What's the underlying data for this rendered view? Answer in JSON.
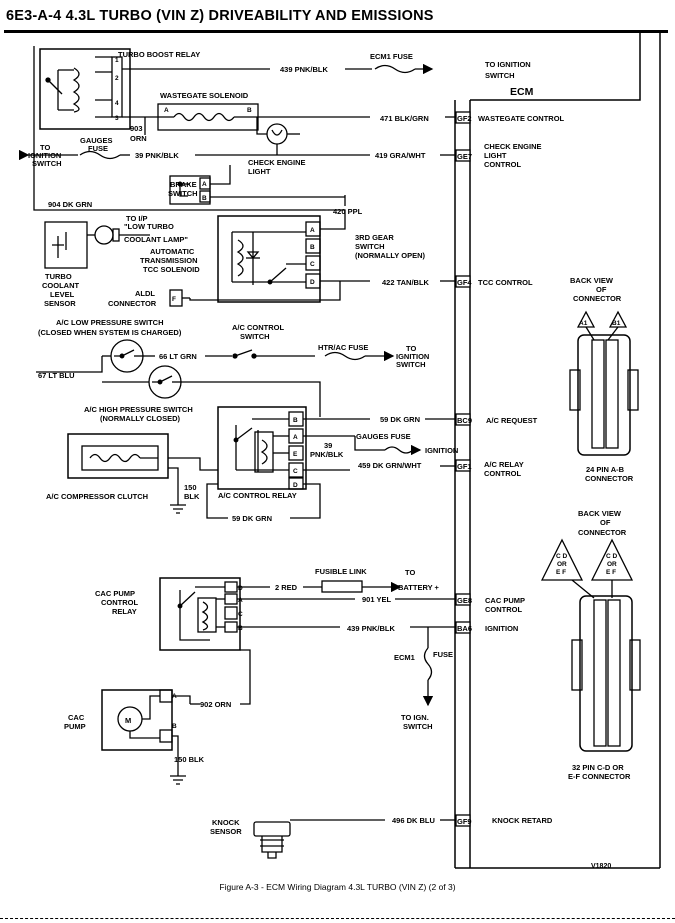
{
  "header": "6E3-A-4  4.3L  TURBO  (VIN  Z)  DRIVEABILITY  AND  EMISSIONS",
  "caption": "Figure A-3 - ECM Wiring Diagram 4.3L TURBO (VIN Z) (2 of 3)",
  "figure_id": "V1820",
  "ecm_label": "ECM",
  "components": {
    "turbo_boost_relay": "TURBO BOOST RELAY",
    "ecm1_fuse_top": "ECM1 FUSE",
    "to_ignition_switch_a": "TO IGNITION",
    "to_ignition_switch_b": "SWITCH",
    "wastegate_solenoid": "WASTEGATE SOLENOID",
    "gauges_fuse_a": "GAUGES",
    "gauges_fuse_b": "FUSE",
    "to_ign_a": "TO",
    "to_ign_b": "IGNITION",
    "to_ign_c": "SWITCH",
    "check_engine_light_a": "CHECK ENGINE",
    "check_engine_light_b": "LIGHT",
    "brake_switch_a": "BRAKE",
    "brake_switch_b": "SWITCH",
    "to_ip_a": "TO I/P",
    "to_ip_b": "\"LOW TURBO",
    "to_ip_c": "COOLANT LAMP\"",
    "auto_trans_a": "AUTOMATIC",
    "auto_trans_b": "TRANSMISSION",
    "auto_trans_c": "TCC SOLENOID",
    "third_gear_a": "3RD GEAR",
    "third_gear_b": "SWITCH",
    "third_gear_c": "(NORMALLY OPEN)",
    "turbo_coolant_a": "TURBO",
    "turbo_coolant_b": "COOLANT",
    "turbo_coolant_c": "LEVEL",
    "turbo_coolant_d": "SENSOR",
    "aldl_a": "ALDL",
    "aldl_b": "CONNECTOR",
    "ac_low_a": "A/C LOW PRESSURE SWITCH",
    "ac_low_b": "(CLOSED WHEN SYSTEM IS CHARGED)",
    "ac_control_switch_a": "A/C CONTROL",
    "ac_control_switch_b": "SWITCH",
    "htr_ac_fuse": "HTR/AC FUSE",
    "to_ign2_a": "TO",
    "to_ign2_b": "IGNITION",
    "to_ign2_c": "SWITCH",
    "ac_high_a": "A/C HIGH PRESSURE SWITCH",
    "ac_high_b": "(NORMALLY CLOSED)",
    "gauges_fuse2": "GAUGES FUSE",
    "ignition_arrow": "IGNITION",
    "ac_compressor_clutch": "A/C COMPRESSOR CLUTCH",
    "ac_control_relay": "A/C CONTROL RELAY",
    "fusible_link": "FUSIBLE LINK",
    "to_battery_a": "TO",
    "to_battery_b": "BATTERY +",
    "cac_relay_a": "CAC PUMP",
    "cac_relay_b": "CONTROL",
    "cac_relay_c": "RELAY",
    "ecm1_fuse_bottom_a": "ECM1",
    "ecm1_fuse_bottom_b": "FUSE",
    "cac_pump_a": "CAC",
    "cac_pump_b": "PUMP",
    "to_ign3_a": "TO IGN.",
    "to_ign3_b": "SWITCH",
    "knock_sensor_a": "KNOCK",
    "knock_sensor_b": "SENSOR",
    "back_view1_a": "BACK VIEW",
    "back_view1_b": "OF",
    "back_view1_c": "CONNECTOR",
    "conn24_a": "24 PIN  A-B",
    "conn24_b": "CONNECTOR",
    "back_view2_a": "BACK VIEW",
    "back_view2_b": "OF",
    "back_view2_c": "CONNECTOR",
    "conn32_a": "32  PIN C-D OR",
    "conn32_b": "E-F  CONNECTOR",
    "tri_a1": "A1",
    "tri_b1": "B1",
    "tri_cd1": "C D",
    "tri_or1": "OR",
    "tri_ef1": "E F",
    "tri_cd2": "C D",
    "tri_or2": "OR",
    "tri_ef2": "E F"
  },
  "wires": {
    "w439_top": "439 PNK/BLK",
    "w903": "903",
    "w903b": "ORN",
    "w471": "471 BLK/GRN",
    "w39_top": "39 PNK/BLK",
    "w419": "419 GRA/WHT",
    "w904": "904 DK GRN",
    "w420": "420 PPL",
    "w422": "422 TAN/BLK",
    "w66": "66 LT GRN",
    "w67": "67 LT BLU",
    "w59_top": "59 DK GRN",
    "w39_mid_a": "39",
    "w39_mid_b": "PNK/BLK",
    "w459": "459 DK GRN/WHT",
    "w150_a": "150",
    "w150_b": "BLK",
    "w59_bot": "59 DK GRN",
    "w2red": "2 RED",
    "w901": "901 YEL",
    "w439_bot": "439 PNK/BLK",
    "w902": "902 ORN",
    "w150_bot": "150 BLK",
    "w496": "496 DK BLU"
  },
  "ecm_pins": {
    "gf2": "GF2",
    "ge7": "GE7",
    "gf4": "GF4",
    "bc9": "BC9",
    "gf1": "GF1",
    "ge8": "GE8",
    "ba6": "BA6",
    "gf9": "GF9"
  },
  "ecm_functions": {
    "wastegate": "WASTEGATE CONTROL",
    "cel_a": "CHECK ENGINE",
    "cel_b": "LIGHT",
    "cel_c": "CONTROL",
    "tcc": "TCC CONTROL",
    "ac_request": "A/C REQUEST",
    "ac_relay_a": "A/C RELAY",
    "ac_relay_b": "CONTROL",
    "cac_a": "CAC PUMP",
    "cac_b": "CONTROL",
    "ignition": "IGNITION",
    "knock": "KNOCK RETARD"
  },
  "pin_letters": {
    "p1": "1",
    "p2": "2",
    "p3": "3",
    "p4": "4",
    "A": "A",
    "B": "B",
    "C": "C",
    "D": "D",
    "E": "E"
  },
  "icons": [
    "relay-coil-icon",
    "solenoid-coil-icon",
    "lamp-icon",
    "switch-icon",
    "fuse-icon",
    "motor-icon",
    "ground-icon",
    "arrow-icon",
    "diode-icon",
    "connector-icon",
    "sensor-icon"
  ]
}
